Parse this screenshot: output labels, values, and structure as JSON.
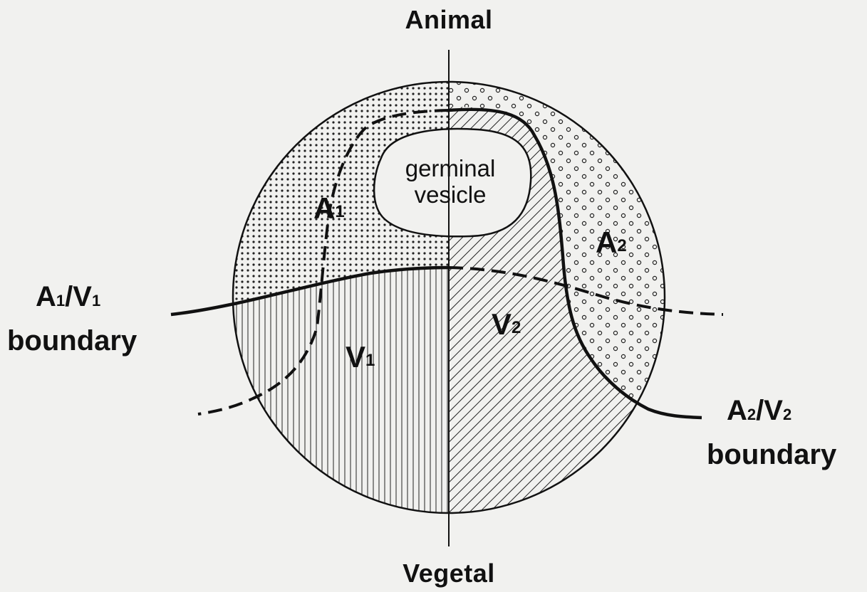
{
  "diagram": {
    "poles": {
      "animal": "Animal",
      "vegetal": "Vegetal"
    },
    "nucleus": {
      "line1": "germinal",
      "line2": "vesicle"
    },
    "regions": {
      "a1": {
        "letter": "A",
        "sub": "1"
      },
      "a2": {
        "letter": "A",
        "sub": "2"
      },
      "v1": {
        "letter": "V",
        "sub": "1"
      },
      "v2": {
        "letter": "V",
        "sub": "2"
      }
    },
    "boundaries": {
      "left": {
        "a": "A",
        "a_sub": "1",
        "slash": "/",
        "v": "V",
        "v_sub": "1",
        "word": "boundary"
      },
      "right": {
        "a": "A",
        "a_sub": "2",
        "slash": "/",
        "v": "V",
        "v_sub": "2",
        "word": "boundary"
      }
    },
    "colors": {
      "background": "#f1f1ef",
      "ink": "#111111"
    }
  }
}
